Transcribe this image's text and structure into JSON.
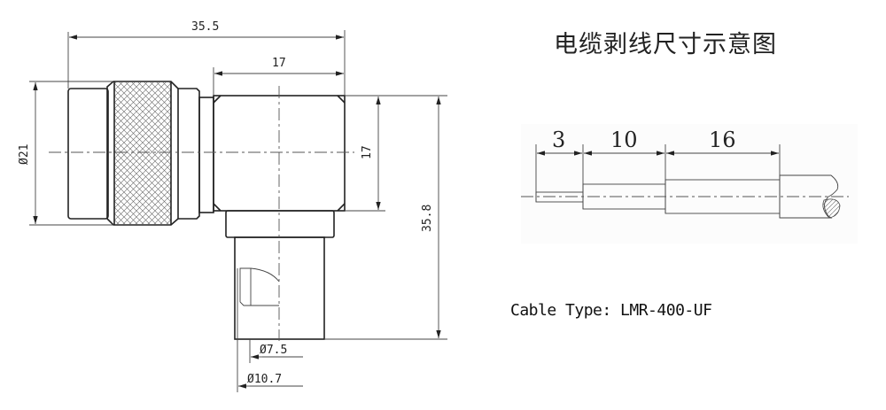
{
  "title": "电缆剥线尺寸示意图",
  "cable_type": "Cable Type: LMR-400-UF",
  "connector_dimensions": {
    "overall_length": "35.5",
    "body_width": "17",
    "body_height": "17",
    "coupling_diameter": "Ø21",
    "overall_height": "35.8",
    "inner_diameter": "Ø7.5",
    "outer_diameter": "Ø10.7"
  },
  "strip_dimensions": {
    "center_conductor": "3",
    "dielectric": "10",
    "braid": "16"
  }
}
